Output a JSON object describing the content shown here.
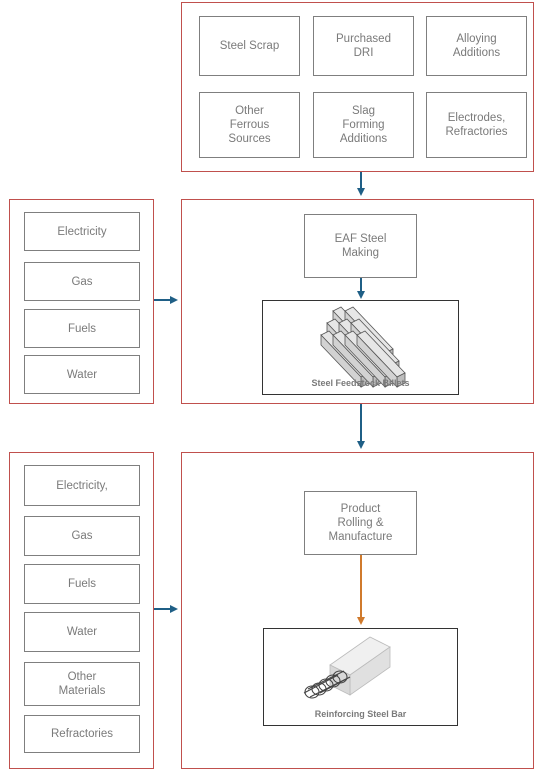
{
  "raw_materials": {
    "steel_scrap": "Steel Scrap",
    "purchased_dri": "Purchased\nDRI",
    "alloying_additions": "Alloying\nAdditions",
    "other_ferrous_sources": "Other\nFerrous\nSources",
    "slag_forming_additions": "Slag\nForming\nAdditions",
    "electrodes_refractories": "Electrodes,\nRefractories"
  },
  "inputs_stage1": {
    "electricity": "Electricity",
    "gas": "Gas",
    "fuels": "Fuels",
    "water": "Water"
  },
  "stage1": {
    "process": "EAF Steel\nMaking",
    "product_caption": "Steel Feedstock Billets"
  },
  "inputs_stage2": {
    "electricity": "Electricity,",
    "gas": "Gas",
    "fuels": "Fuels",
    "water": "Water",
    "other_materials": "Other\nMaterials",
    "refractories": "Refractories"
  },
  "stage2": {
    "process": "Product\nRolling &\nManufacture",
    "product_caption": "Reinforcing Steel Bar"
  },
  "colors": {
    "frame": "#c0504d",
    "arrow_blue": "#1f5f86",
    "arrow_orange": "#d07a2c"
  }
}
